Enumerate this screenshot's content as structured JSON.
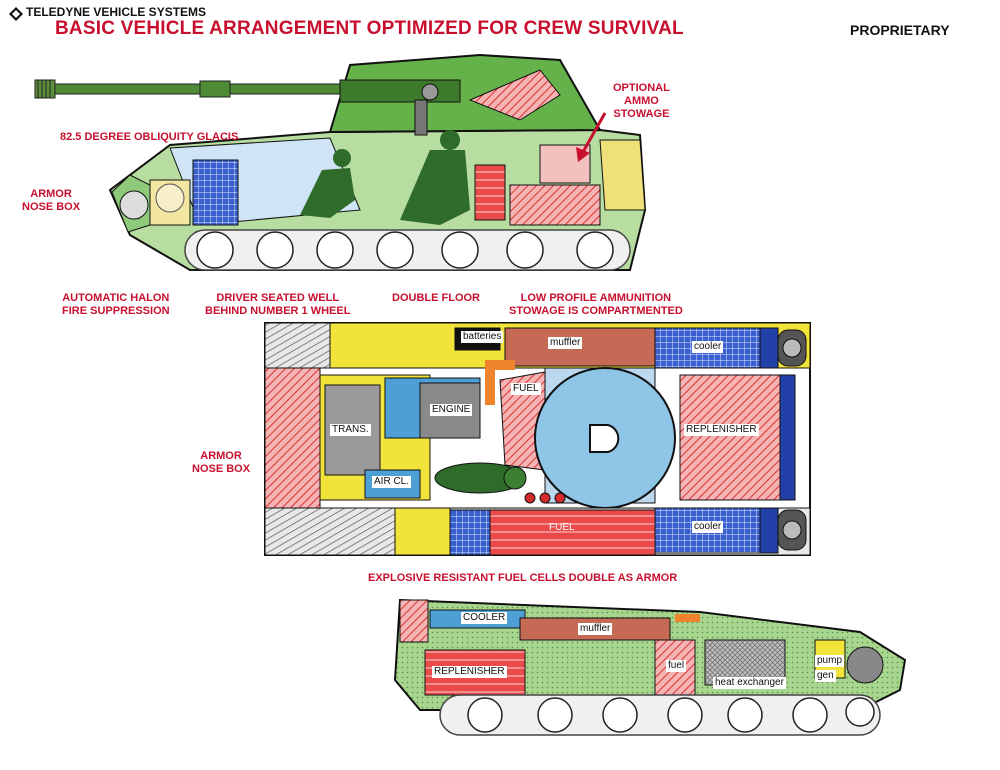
{
  "header": {
    "company": "TELEDYNE VEHICLE SYSTEMS",
    "title": "BASIC VEHICLE ARRANGEMENT OPTIMIZED FOR CREW SURVIVAL",
    "classification": "PROPRIETARY"
  },
  "callouts": {
    "optional_ammo_line1": "OPTIONAL",
    "optional_ammo_line2": "AMMO",
    "optional_ammo_line3": "STOWAGE",
    "glacis": "82.5 DEGREE OBLIQUITY GLACIS",
    "armor_nose_top_line1": "ARMOR",
    "armor_nose_top_line2": "NOSE BOX",
    "halon_line1": "AUTOMATIC HALON",
    "halon_line2": "FIRE SUPPRESSION",
    "driver_line1": "DRIVER SEATED WELL",
    "driver_line2": "BEHIND NUMBER 1 WHEEL",
    "double_floor": "DOUBLE FLOOR",
    "ammo_line1": "LOW PROFILE AMMUNITION",
    "ammo_line2": "STOWAGE IS COMPARTMENTED",
    "armor_nose_plan_line1": "ARMOR",
    "armor_nose_plan_line2": "NOSE BOX",
    "fuel_cells": "EXPLOSIVE RESISTANT FUEL CELLS DOUBLE AS ARMOR"
  },
  "plan_view": {
    "batteries": "batteries",
    "muffler": "muffler",
    "cooler_top": "cooler",
    "fuel_upper": "FUEL",
    "engine": "ENGINE",
    "trans": "TRANS.",
    "replenisher": "REPLENISHER",
    "air_cleaner": "AIR CL.",
    "fuel_lower": "FUEL",
    "cooler_bottom": "cooler"
  },
  "rear_view": {
    "cooler": "COOLER",
    "muffler": "muffler",
    "replenisher": "REPLENISHER",
    "fuel": "fuel",
    "heat_exchanger": "heat exchanger",
    "pump": "pump",
    "gen": "gen"
  },
  "colors": {
    "accent_red": "#c8102e",
    "hull_green": "#9ccf84",
    "crew_green": "#2f6b2a",
    "ammo_red": "#e23b3b",
    "cooler_blue": "#2d4fbf",
    "turret_blue": "#bcd8ef",
    "yellow": "#f2e33a"
  }
}
